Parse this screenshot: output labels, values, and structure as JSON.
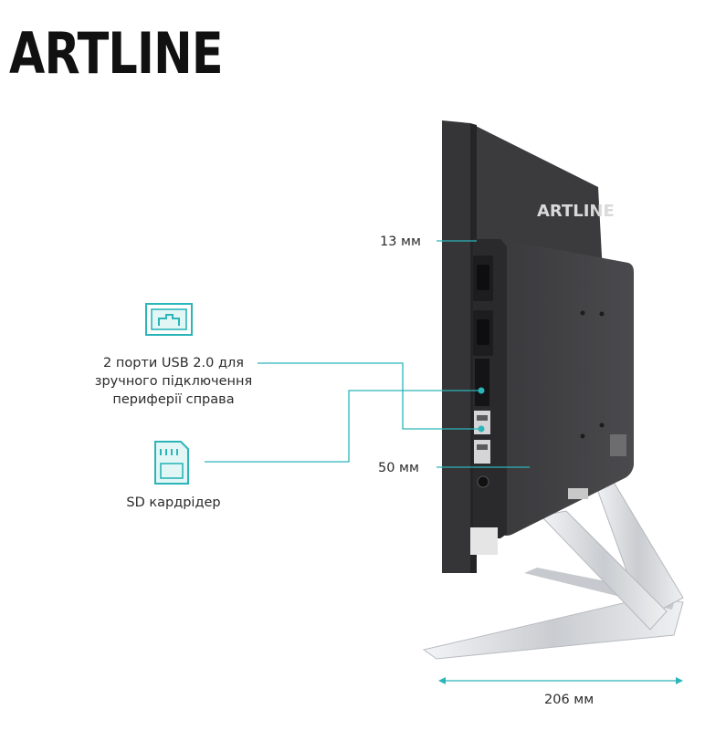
{
  "brand": {
    "logo_text": "ARTLINE",
    "back_logo_text": "ARTLINE"
  },
  "dimensions": {
    "bezel": "13 мм",
    "depth": "50 мм",
    "stand_width": "206 мм"
  },
  "features": [
    {
      "icon": "usb-port-icon",
      "lines": [
        "2 порти USB 2.0 для",
        "зручного підключення",
        "периферії справа"
      ]
    },
    {
      "icon": "sd-card-icon",
      "lines": [
        "SD кардрідер"
      ]
    }
  ],
  "colors": {
    "accent": "#2bb5b8",
    "monitor_body": "#2e2e30",
    "stand": "#d9dbde"
  }
}
